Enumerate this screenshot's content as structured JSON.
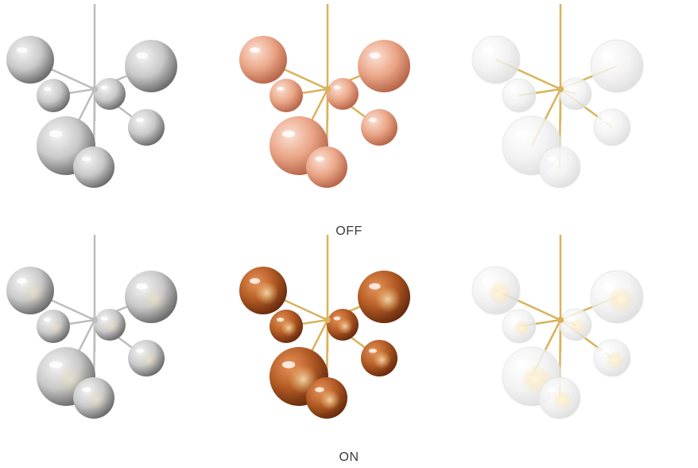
{
  "rows": [
    {
      "id": "off",
      "label": "OFF",
      "lamps": [
        {
          "id": "chrome",
          "finish": "chrome",
          "lit": false
        },
        {
          "id": "copper",
          "finish": "copper",
          "lit": false
        },
        {
          "id": "clear",
          "finish": "clear",
          "lit": false
        }
      ]
    },
    {
      "id": "on",
      "label": "ON",
      "lamps": [
        {
          "id": "chrome",
          "finish": "chrome",
          "lit": true
        },
        {
          "id": "copper",
          "finish": "copper",
          "lit": true
        },
        {
          "id": "clear",
          "finish": "clear",
          "lit": true
        }
      ]
    }
  ],
  "colors": {
    "chrome_light": "#f4f4f4",
    "chrome_mid": "#c9c9c9",
    "chrome_dark": "#6e6e6e",
    "copper_off_light": "#fbe1d4",
    "copper_off_mid": "#eaa587",
    "copper_off_dark": "#b8674a",
    "copper_on_light": "#e8945a",
    "copper_on_mid": "#b25a24",
    "copper_on_dark": "#6a2c0e",
    "glass_light": "#ffffff",
    "glass_mid": "#f2f2f2",
    "glass_dark": "#dcdcdc",
    "brass": "#d9b25a",
    "chrome_stem": "#bdbdbd",
    "label": "#3a3a3a"
  }
}
